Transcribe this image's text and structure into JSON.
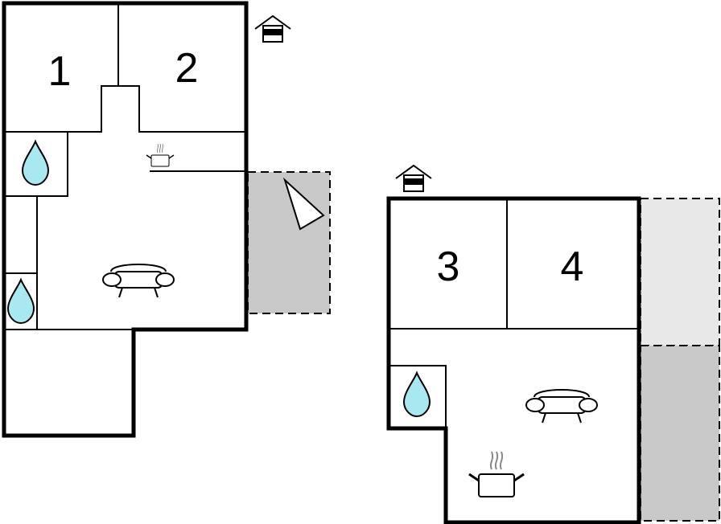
{
  "rooms": [
    {
      "number": "1"
    },
    {
      "number": "2"
    },
    {
      "number": "3"
    },
    {
      "number": "4"
    }
  ],
  "icons": {
    "bathroom": "water-drop-icon",
    "kitchen": "cooking-pot-icon",
    "living_room": "sofa-icon",
    "entrance": "house-entrance-icon",
    "direction": "compass-arrow-icon"
  },
  "colors": {
    "wall": "#000000",
    "water": "#a8e8f0",
    "terrace_dark": "#c8c8c8",
    "terrace_light": "#e8e8e8",
    "background": "#ffffff"
  }
}
